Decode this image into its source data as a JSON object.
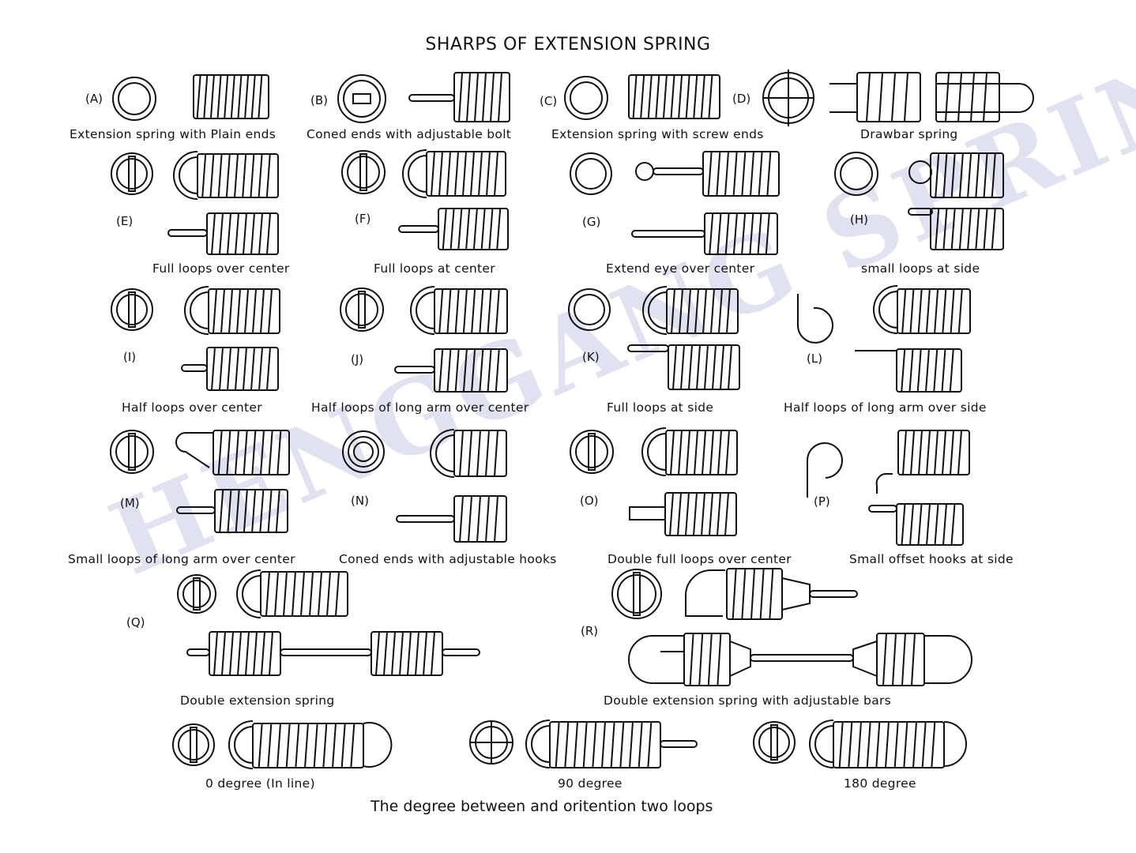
{
  "title": "SHARPS OF EXTENSION SPRING",
  "watermark": "HENGGANG SPRING",
  "items": [
    {
      "tag": "(A)",
      "label": "Extension spring with Plain ends"
    },
    {
      "tag": "(B)",
      "label": "Coned ends with adjustable bolt"
    },
    {
      "tag": "(C)",
      "label": "Extension spring with screw ends"
    },
    {
      "tag": "(D)",
      "label": "Drawbar spring"
    },
    {
      "tag": "(E)",
      "label": "Full loops over center"
    },
    {
      "tag": "(F)",
      "label": "Full loops at center"
    },
    {
      "tag": "(G)",
      "label": "Extend eye over center"
    },
    {
      "tag": "(H)",
      "label": "small loops at side"
    },
    {
      "tag": "(I)",
      "label": "Half loops over center"
    },
    {
      "tag": "(J)",
      "label": "Half loops of long arm over center"
    },
    {
      "tag": "(K)",
      "label": "Full loops at side"
    },
    {
      "tag": "(L)",
      "label": "Half loops of long arm  over side"
    },
    {
      "tag": "(M)",
      "label": "Small loops of long arm over center"
    },
    {
      "tag": "(N)",
      "label": "Coned ends with adjustable hooks"
    },
    {
      "tag": "(O)",
      "label": "Double full loops over center"
    },
    {
      "tag": "(P)",
      "label": "Small  offset  hooks  at side"
    },
    {
      "tag": "(Q)",
      "label": "Double extension spring"
    },
    {
      "tag": "(R)",
      "label": "Double extension spring with adjustable bars"
    }
  ],
  "degrees": [
    "0 degree (In line)",
    "90 degree",
    "180 degree"
  ],
  "footer": "The degree between  and oritention  two loops"
}
